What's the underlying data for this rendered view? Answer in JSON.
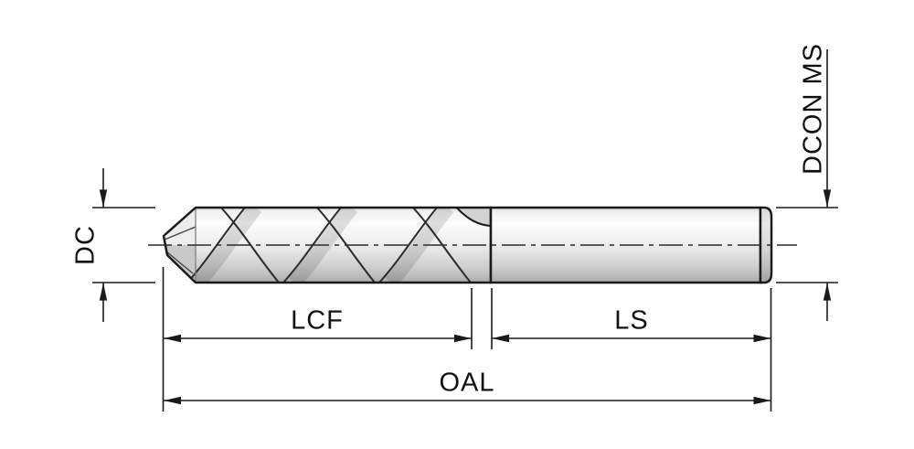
{
  "diagram": {
    "type": "technical-drawing",
    "subject": "drill-dimension-diagram",
    "labels": {
      "dc": "DC",
      "dcon_ms": "DCON MS",
      "lcf": "LCF",
      "ls": "LS",
      "oal": "OAL"
    },
    "colors": {
      "line": "#1a1a1a",
      "background": "#ffffff",
      "metal_light": "#fcfcfc",
      "metal_mid": "#ededed",
      "metal_dark": "#ababab"
    }
  }
}
